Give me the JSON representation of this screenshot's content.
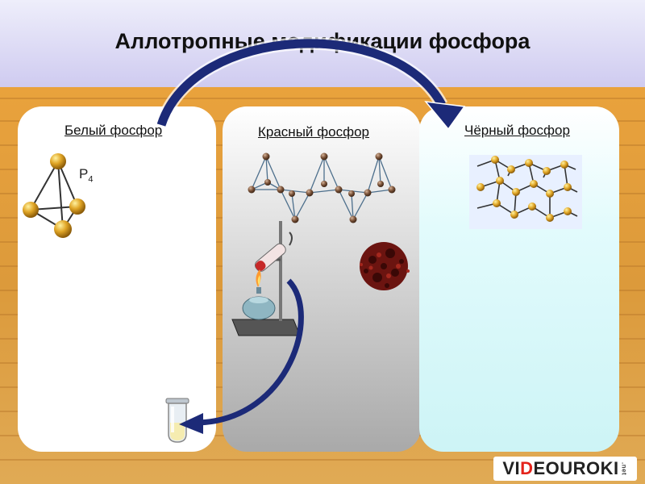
{
  "title": "Аллотропные модификации фосфора",
  "panels": {
    "white": {
      "title": "Белый фосфор",
      "formula_base": "P",
      "formula_sub": "4"
    },
    "red": {
      "title": "Красный фосфор"
    },
    "black": {
      "title": "Чёрный фосфор"
    }
  },
  "logo": {
    "part1": "VI",
    "part2": "D",
    "part3": "EOUROKI",
    "suffix": ".net"
  },
  "colors": {
    "atom_gold": "#d9a21e",
    "atom_brown": "#7a5238",
    "arrow_navy": "#1c2a78",
    "powder_red": "#6b1410",
    "header_lilac": "#d9d7f4"
  }
}
